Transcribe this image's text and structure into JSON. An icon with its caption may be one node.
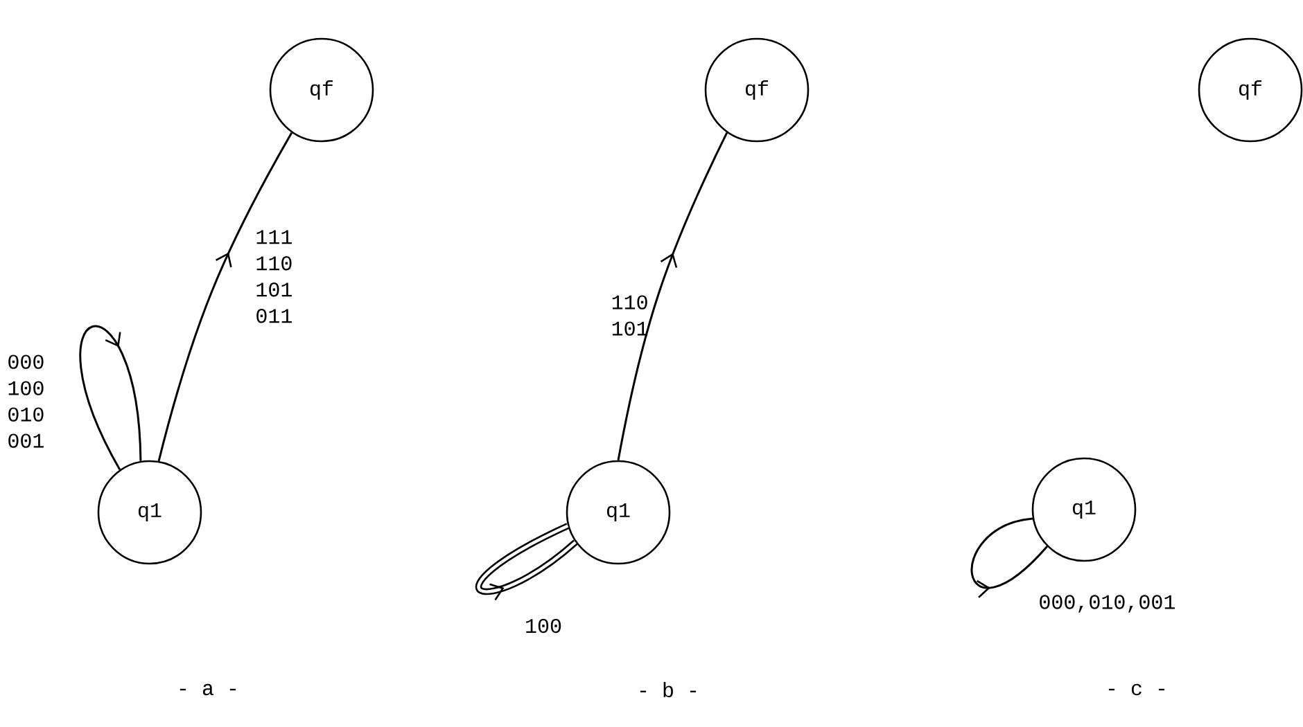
{
  "diagram": {
    "nodes": [
      {
        "text": [
          "qf"
        ]
      },
      {
        "text": [
          "q1"
        ]
      },
      {
        "text": [
          "qf"
        ]
      },
      {
        "text": [
          "q1"
        ]
      },
      {
        "text": [
          "qf"
        ]
      },
      {
        "text": [
          "q1"
        ]
      }
    ],
    "edges": [
      {
        "from": 1,
        "to": 0,
        "arrow": "to",
        "label": "111 110 101 011"
      },
      {
        "from": 1,
        "to": 1,
        "arrow": "to",
        "label": "000 100 010 001"
      },
      {
        "from": 3,
        "to": 2,
        "arrow": "to",
        "label": "110 101"
      },
      {
        "from": 3,
        "to": 3,
        "arrow": "to",
        "label": "100",
        "style": "thick"
      },
      {
        "from": 5,
        "to": 5,
        "arrow": "to",
        "label": "000,010,001"
      }
    ],
    "labels": [
      "- a -",
      "- b -",
      "- c -"
    ]
  }
}
